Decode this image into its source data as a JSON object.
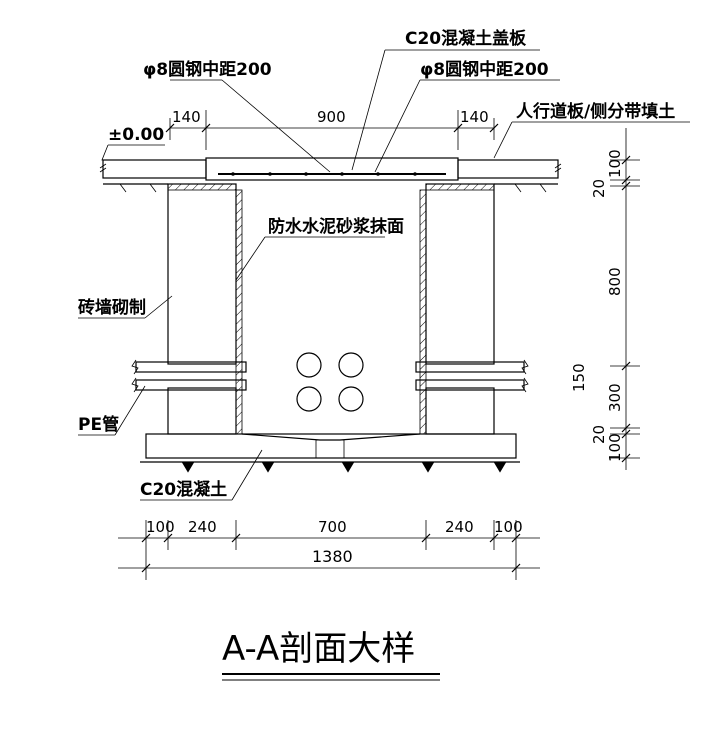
{
  "title": "A-A剖面大样",
  "labels": {
    "cover_slab": "C20混凝土盖板",
    "rebar_left": "φ8圆钢中距200",
    "rebar_right": "φ8圆钢中距200",
    "pavement": "人行道板/侧分带填土",
    "elevation": "±0.00",
    "waterproof": "防水水泥砂浆抹面",
    "brick_wall": "砖墙砌制",
    "pe_pipe": "PE管",
    "base": "C20混凝土"
  },
  "top_dims": {
    "left": "140",
    "mid": "900",
    "right": "140"
  },
  "bottom_dims": {
    "a": "100",
    "b": "240",
    "c": "700",
    "d": "240",
    "e": "100",
    "total": "1380"
  },
  "right_dims": {
    "d1": "100",
    "d2": "20",
    "d3": "800",
    "d4": "150",
    "d5": "300",
    "d6": "20",
    "d7": "100"
  }
}
